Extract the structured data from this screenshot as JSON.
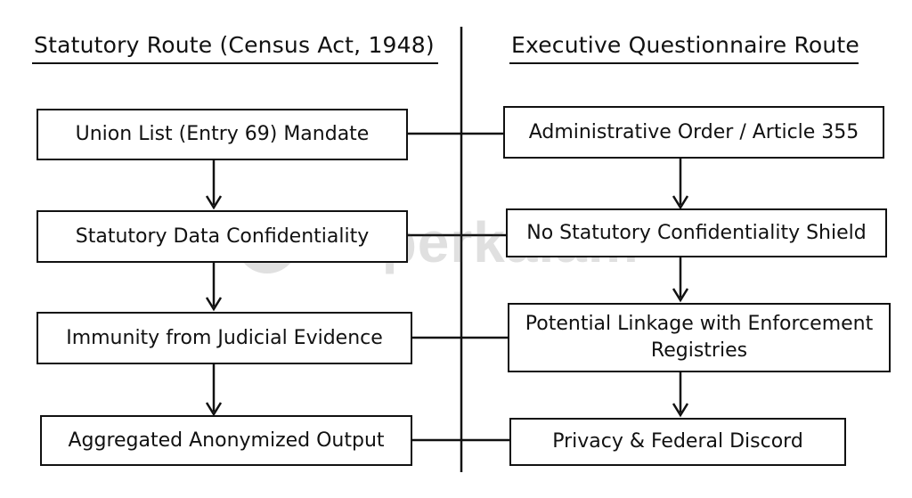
{
  "headings": {
    "left": "Statutory Route (Census Act, 1948)",
    "right": "Executive Questionnaire Route"
  },
  "left_nodes": [
    "Union List (Entry 69) Mandate",
    "Statutory Data Confidentiality",
    "Immunity from Judicial Evidence",
    "Aggregated Anonymized Output"
  ],
  "right_nodes": [
    "Administrative Order / Article 355",
    "No Statutory Confidentiality Shield",
    [
      "Potential Linkage with Enforcement",
      "Registries"
    ],
    "Privacy & Federal Discord"
  ],
  "watermark": {
    "text": "superkalam",
    "icon": "superkalam-logo-icon"
  },
  "colors": {
    "ink": "#111111",
    "background": "#ffffff",
    "watermark": "#444444"
  }
}
